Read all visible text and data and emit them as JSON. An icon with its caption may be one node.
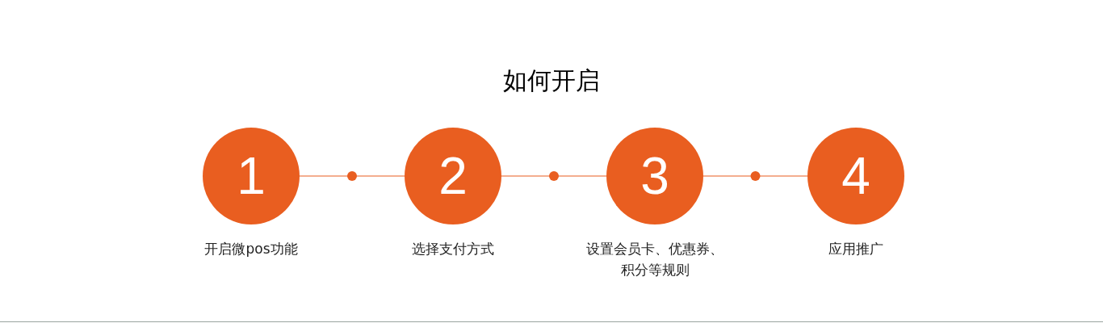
{
  "diagram": {
    "title": "如何开启",
    "nodes": [
      {
        "text": [
          "1"
        ],
        "beside": [
          "开启微pos功能"
        ]
      },
      {
        "text": [
          "2"
        ],
        "beside": [
          "选择支付方式"
        ]
      },
      {
        "text": [
          "3"
        ],
        "beside": [
          "设置会员卡、优惠券、积分等规则"
        ]
      },
      {
        "text": [
          "4"
        ],
        "beside": [
          "应用推广"
        ]
      }
    ],
    "edges": [
      {
        "from": 0,
        "to": 1,
        "arrow": "none"
      },
      {
        "from": 1,
        "to": 2,
        "arrow": "none"
      },
      {
        "from": 2,
        "to": 3,
        "arrow": "none"
      }
    ]
  }
}
